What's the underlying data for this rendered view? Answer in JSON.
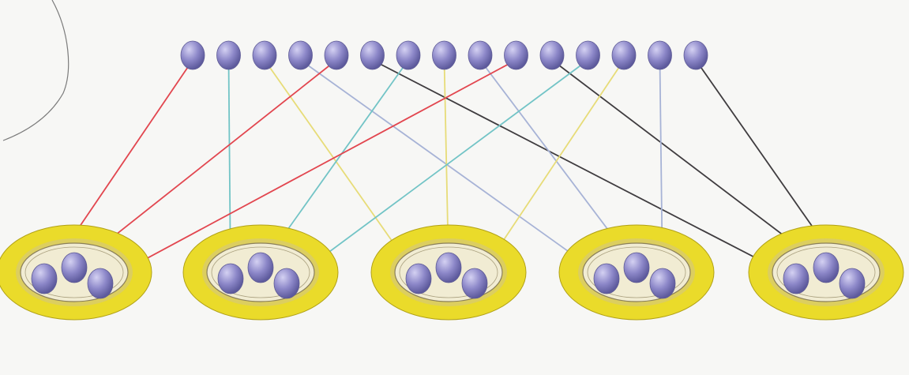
{
  "heading_text": "",
  "colors": {
    "page_background": "#f7f7f5",
    "dish_yellow": "#eadb2a",
    "dish_rim": "#b1a116",
    "dish_inner": "#f1ecd3",
    "bead_fill": "#8d88c9",
    "bead_highlight": "#d4d1f2",
    "edge_stroke": "#7d7870"
  },
  "diagram": {
    "top_bead_count": 15,
    "group_count": 5,
    "beads_per_group": 3,
    "connections": [
      {
        "from": 0,
        "group": 0,
        "bead": 0,
        "color": "#e2464f"
      },
      {
        "from": 1,
        "group": 1,
        "bead": 0,
        "color": "#72c4c6"
      },
      {
        "from": 2,
        "group": 2,
        "bead": 0,
        "color": "#e7dc78"
      },
      {
        "from": 3,
        "group": 3,
        "bead": 0,
        "color": "#a7b3d6"
      },
      {
        "from": 4,
        "group": 0,
        "bead": 1,
        "color": "#e2464f"
      },
      {
        "from": 5,
        "group": 4,
        "bead": 0,
        "color": "#3f3c3f"
      },
      {
        "from": 6,
        "group": 1,
        "bead": 1,
        "color": "#72c4c6"
      },
      {
        "from": 7,
        "group": 2,
        "bead": 1,
        "color": "#e7dc78"
      },
      {
        "from": 8,
        "group": 3,
        "bead": 1,
        "color": "#a7b3d6"
      },
      {
        "from": 9,
        "group": 0,
        "bead": 2,
        "color": "#e2464f"
      },
      {
        "from": 10,
        "group": 4,
        "bead": 1,
        "color": "#3f3c3f"
      },
      {
        "from": 11,
        "group": 1,
        "bead": 2,
        "color": "#72c4c6"
      },
      {
        "from": 12,
        "group": 2,
        "bead": 2,
        "color": "#e7dc78"
      },
      {
        "from": 13,
        "group": 3,
        "bead": 2,
        "color": "#a7b3d6"
      },
      {
        "from": 14,
        "group": 4,
        "bead": 2,
        "color": "#3f3c3f"
      }
    ]
  }
}
